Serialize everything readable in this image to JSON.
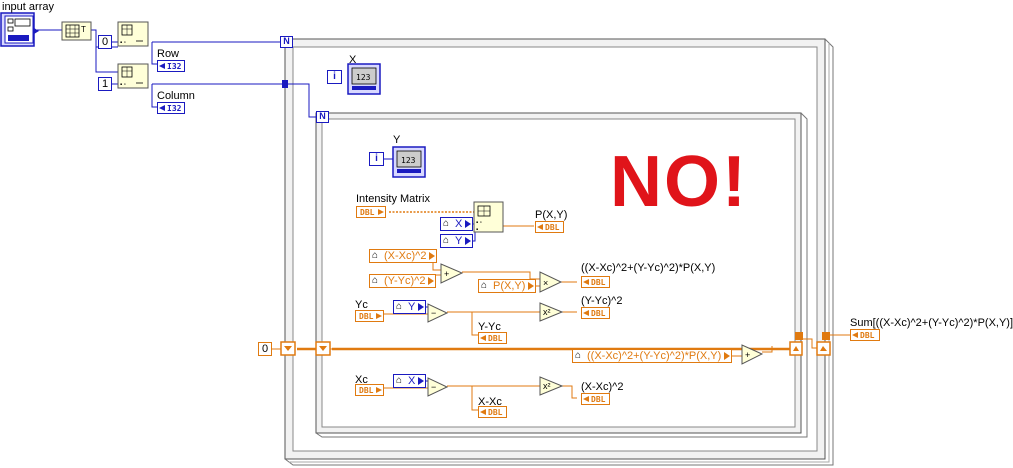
{
  "labels": {
    "input_array": "input array",
    "row": "Row",
    "column": "Column",
    "x": "X",
    "y": "Y",
    "intensity_matrix": "Intensity Matrix",
    "pxy": "P(X,Y)",
    "product_out": "((X-Xc)^2+(Y-Yc)^2)*P(X,Y)",
    "yc": "Yc",
    "y_yc": "Y-Yc",
    "y_yc_sq": "(Y-Yc)^2",
    "xc": "Xc",
    "x_xc": "X-Xc",
    "x_xc_sq": "(X-Xc)^2",
    "sum_out": "Sum[((X-Xc)^2+(Y-Yc)^2)*P(X,Y)]"
  },
  "types": {
    "i32": "I32",
    "dbl": "DBL",
    "num": "123"
  },
  "local_vars": {
    "x_xc_sq": "(X-Xc)^2",
    "y_yc_sq": "(Y-Yc)^2",
    "pxy": "P(X,Y)",
    "product": "((X-Xc)^2+(Y-Yc)^2)*P(X,Y)",
    "x": "X",
    "y": "Y"
  },
  "constants": {
    "zero_top": "0",
    "one": "1",
    "zero_shift": "0"
  },
  "loop_terminals": {
    "n": "N",
    "i": "i"
  },
  "overlay": {
    "text": "NO!"
  },
  "colors": {
    "orange_wire": "#e07a10",
    "blue_wire": "#1a1ac0",
    "overlay_red": "#e0141a"
  }
}
